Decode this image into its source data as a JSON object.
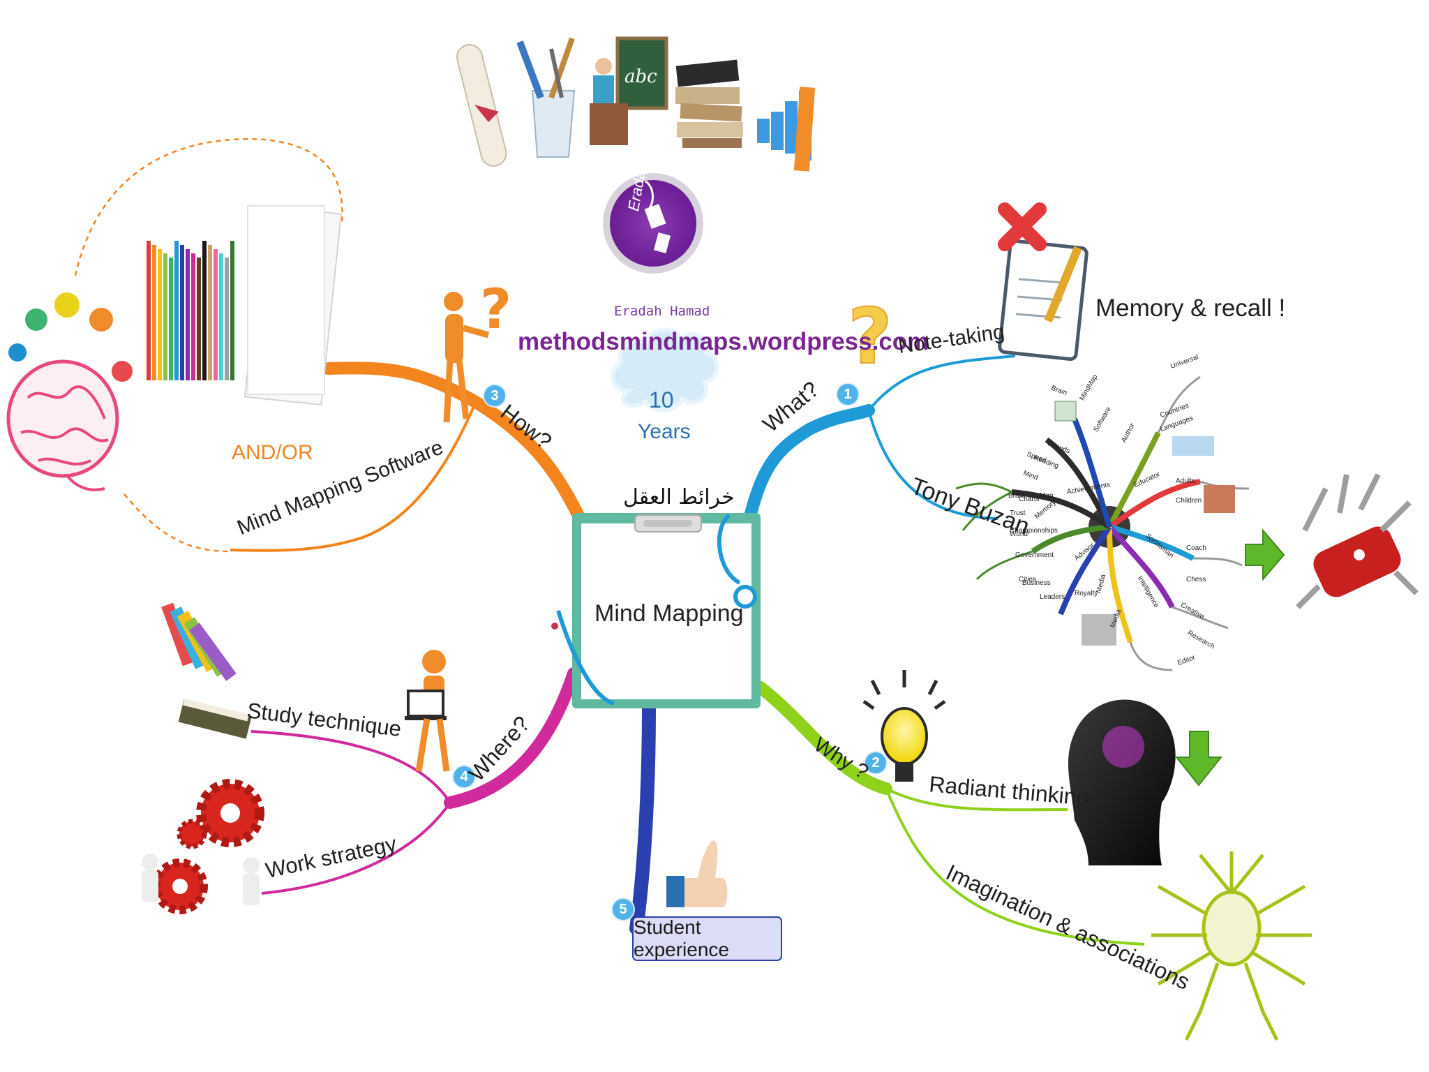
{
  "center": {
    "title": "Mind Mapping",
    "arabic_title": "خرائط العقل"
  },
  "logo": {
    "word": "Eradah",
    "signature": "Eradah Hamad"
  },
  "website": "methodsmindmaps.wordpress.com",
  "anniversary": {
    "number": "10",
    "word": "Years"
  },
  "branches": [
    {
      "num": "1",
      "label": "What?",
      "color": "#1e9ad6",
      "subs": [
        "Note-taking",
        "Tony Buzan"
      ],
      "note": "Memory & recall !"
    },
    {
      "num": "2",
      "label": "Why ?",
      "color": "#8fd21b",
      "subs": [
        "Radiant thinking",
        "Imagination & associations"
      ]
    },
    {
      "num": "3",
      "label": "How?",
      "color": "#f3841e",
      "subs": [
        "Mind Mapping Software"
      ],
      "note": "AND/OR"
    },
    {
      "num": "4",
      "label": "Where?",
      "color": "#d12a9d",
      "subs": [
        "Study technique",
        "Work strategy"
      ]
    },
    {
      "num": "5",
      "label": "Student experience",
      "color": "#2a3fb0"
    }
  ],
  "buzan_map": {
    "words": [
      "MindMap",
      "Software",
      "Author",
      "Educator",
      "Sportsman",
      "Intelligence",
      "Media",
      "Advisor",
      "Achievements",
      "Memory",
      "Reading",
      "Speed",
      "Mind",
      "Map",
      "Charts",
      "Brain",
      "Trust",
      "Championships",
      "World",
      "Government",
      "Business",
      "Cities",
      "Media",
      "Leaders",
      "Royalty",
      "Adults",
      "Children",
      "Coach",
      "Chess",
      "Creative",
      "Research",
      "Editor",
      "Countries",
      "Languages",
      "Universal",
      "Friends",
      "Brain"
    ]
  },
  "icons": [
    "diploma-icon",
    "pencil-cup-icon",
    "teacher-board-icon",
    "books-stack-icon",
    "bar-chart-icon",
    "question-person-icon",
    "brain-bulbs-icon",
    "colored-pencils-icon",
    "paper-sheet-icon",
    "books-icon",
    "laptop-person-icon",
    "gears-icon",
    "thumbs-up-icon",
    "question-mark-icon",
    "notepad-icon",
    "lightbulb-icon",
    "head-brain-icon",
    "neuron-icon",
    "swiss-knife-icon",
    "green-arrow-right-icon",
    "green-arrow-down-icon",
    "clipboard-icon",
    "stethoscope-icon"
  ]
}
